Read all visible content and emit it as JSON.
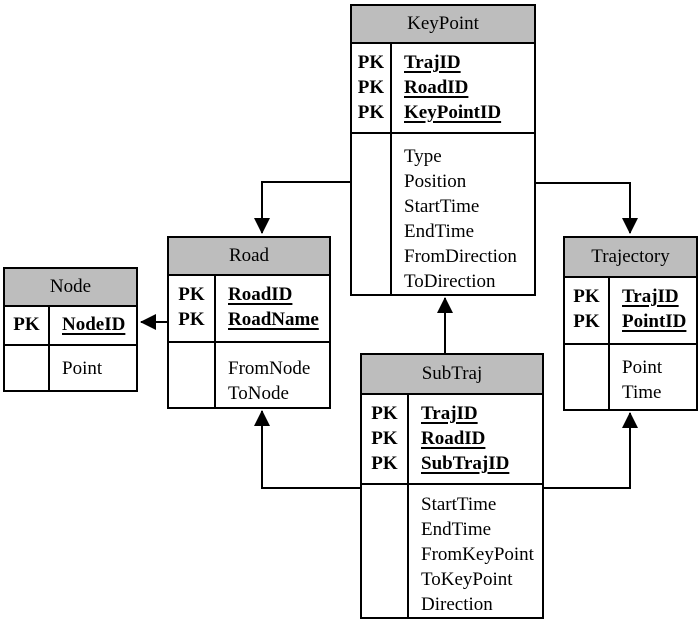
{
  "diagram": {
    "kind": "entity-relationship-diagram",
    "header_bg": "#bdbdbd",
    "border_color": "#000000",
    "pk_label": "PK",
    "entities": [
      {
        "id": "keypoint",
        "name": "KeyPoint",
        "pk_fields": [
          "TrajID",
          "RoadID",
          "KeyPointID"
        ],
        "fields": [
          "Type",
          "Position",
          "StartTime",
          "EndTime",
          "FromDirection",
          "ToDirection"
        ]
      },
      {
        "id": "road",
        "name": "Road",
        "pk_fields": [
          "RoadID",
          "RoadName"
        ],
        "fields": [
          "FromNode",
          "ToNode"
        ]
      },
      {
        "id": "node",
        "name": "Node",
        "pk_fields": [
          "NodeID"
        ],
        "fields": [
          "Point"
        ]
      },
      {
        "id": "trajectory",
        "name": "Trajectory",
        "pk_fields": [
          "TrajID",
          "PointID"
        ],
        "fields": [
          "Point",
          "Time"
        ]
      },
      {
        "id": "subtraj",
        "name": "SubTraj",
        "pk_fields": [
          "TrajID",
          "RoadID",
          "SubTrajID"
        ],
        "fields": [
          "StartTime",
          "EndTime",
          "FromKeyPoint",
          "ToKeyPoint",
          "Direction"
        ]
      }
    ],
    "relationships": [
      {
        "from": "KeyPoint",
        "to": "Road"
      },
      {
        "from": "KeyPoint",
        "to": "Trajectory"
      },
      {
        "from": "Road",
        "to": "Node"
      },
      {
        "from": "SubTraj",
        "to": "KeyPoint"
      },
      {
        "from": "SubTraj",
        "to": "Road"
      },
      {
        "from": "SubTraj",
        "to": "Trajectory"
      }
    ]
  }
}
